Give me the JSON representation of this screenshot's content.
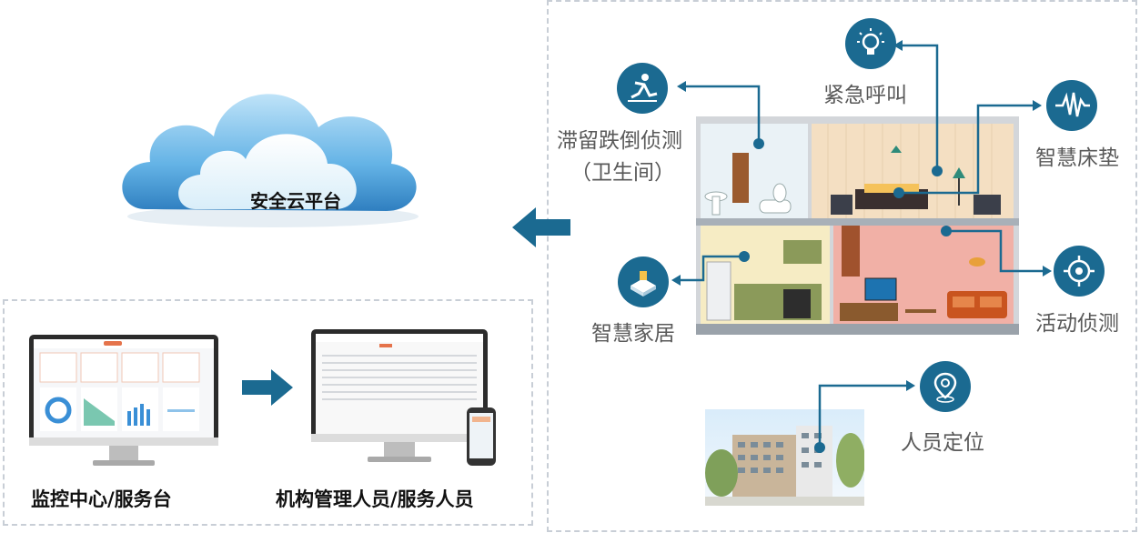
{
  "cloud": {
    "label": "安全云平台"
  },
  "labels": {
    "fall_line1": "滞留跌倒侦测",
    "fall_line2": "（卫生间）",
    "emergency": "紧急呼叫",
    "mattress": "智慧床垫",
    "smart_home": "智慧家居",
    "activity": "活动侦测",
    "location": "人员定位"
  },
  "monitors": {
    "left": "监控中心/服务台",
    "right": "机构管理人员/服务人员"
  },
  "icons": {
    "fall": "fall-person-icon",
    "emergency": "lightbulb-icon",
    "mattress": "heartbeat-wave-icon",
    "home": "smart-home-device-icon",
    "activity": "target-crosshair-icon",
    "location": "location-pin-icon"
  },
  "colors": {
    "accent": "#1b6a91",
    "arrow": "#1b6a91",
    "cloud": "#5aa9dc"
  }
}
